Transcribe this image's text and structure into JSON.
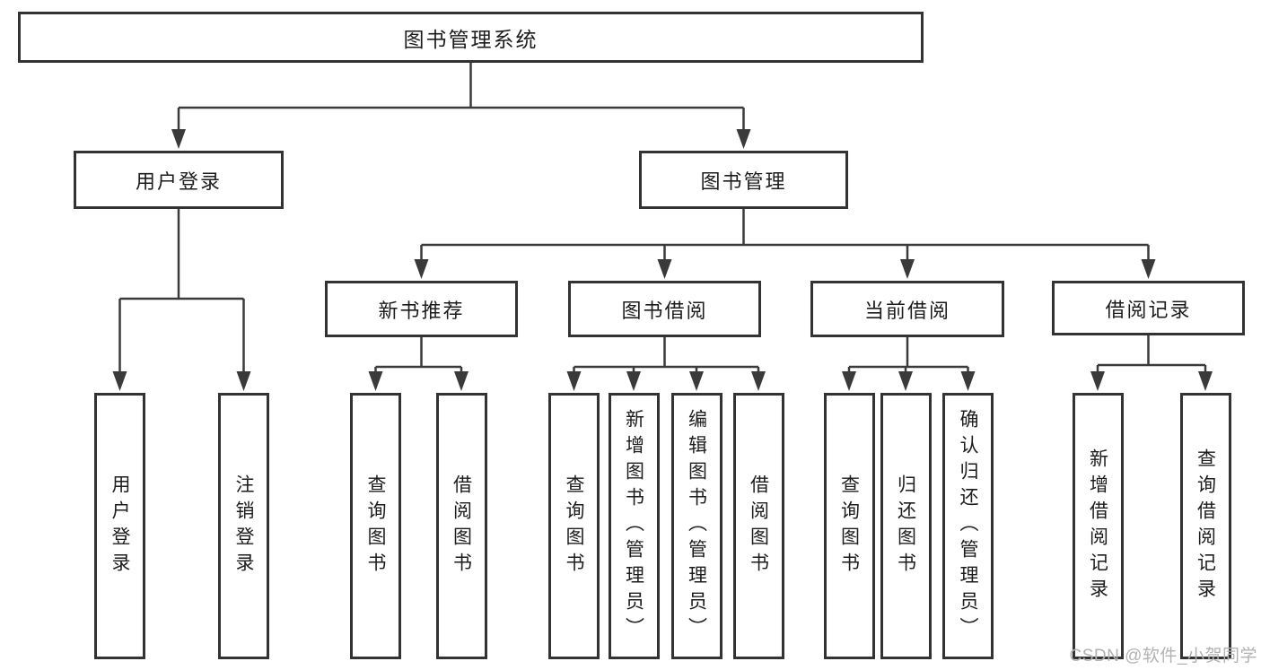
{
  "diagram": {
    "root": {
      "label": "图书管理系统",
      "children": [
        {
          "label": "用户登录",
          "children": [
            {
              "label": "用户登录"
            },
            {
              "label": "注销登录"
            }
          ]
        },
        {
          "label": "图书管理",
          "children": [
            {
              "label": "新书推荐",
              "children": [
                {
                  "label": "查询图书"
                },
                {
                  "label": "借阅图书"
                }
              ]
            },
            {
              "label": "图书借阅",
              "children": [
                {
                  "label": "查询图书"
                },
                {
                  "label": "新增图书（管理员）"
                },
                {
                  "label": "编辑图书（管理员）"
                },
                {
                  "label": "借阅图书"
                }
              ]
            },
            {
              "label": "当前借阅",
              "children": [
                {
                  "label": "查询图书"
                },
                {
                  "label": "归还图书"
                },
                {
                  "label": "确认归还（管理员）"
                }
              ]
            },
            {
              "label": "借阅记录",
              "children": [
                {
                  "label": "新增借阅记录"
                },
                {
                  "label": "查询借阅记录"
                }
              ]
            }
          ]
        }
      ]
    }
  },
  "watermark": {
    "text": "CSDN @软件_小贺同学"
  },
  "colors": {
    "background": "#ffffff",
    "box_border": "#333333",
    "connector_line": "#3a3a3a",
    "text": "#1c1c1c",
    "watermark": "#b2b2b2"
  }
}
